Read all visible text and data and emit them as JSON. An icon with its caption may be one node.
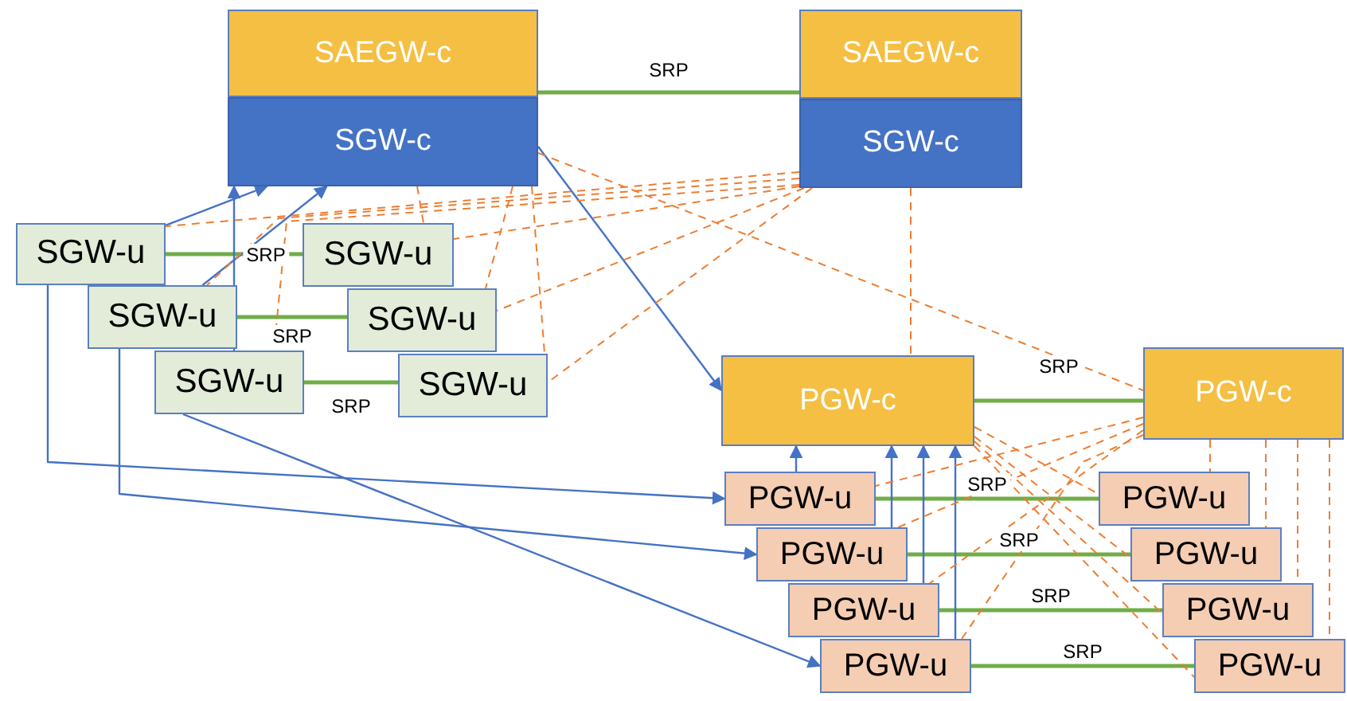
{
  "diagram": {
    "nodes": [
      {
        "text": [
          "SAEGW-c"
        ]
      },
      {
        "text": [
          "SGW-c"
        ]
      },
      {
        "text": [
          "SAEGW-c"
        ]
      },
      {
        "text": [
          "SGW-c"
        ]
      },
      {
        "text": [
          "SGW-u"
        ]
      },
      {
        "text": [
          "SGW-u"
        ]
      },
      {
        "text": [
          "SGW-u"
        ]
      },
      {
        "text": [
          "SGW-u"
        ]
      },
      {
        "text": [
          "SGW-u"
        ]
      },
      {
        "text": [
          "SGW-u"
        ]
      },
      {
        "text": [
          "PGW-c"
        ]
      },
      {
        "text": [
          "PGW-c"
        ]
      },
      {
        "text": [
          "PGW-u"
        ]
      },
      {
        "text": [
          "PGW-u"
        ]
      },
      {
        "text": [
          "PGW-u"
        ]
      },
      {
        "text": [
          "PGW-u"
        ]
      },
      {
        "text": [
          "PGW-u"
        ]
      },
      {
        "text": [
          "PGW-u"
        ]
      },
      {
        "text": [
          "PGW-u"
        ]
      },
      {
        "text": [
          "PGW-u"
        ]
      }
    ],
    "edges": [
      {
        "from": 0,
        "to": 2,
        "arrow": "none",
        "label": "SRP",
        "style": "thick",
        "color": "#70ad47"
      },
      {
        "from": 4,
        "to": 7,
        "arrow": "none",
        "label": "SRP",
        "style": "thick",
        "color": "#70ad47"
      },
      {
        "from": 5,
        "to": 8,
        "arrow": "none",
        "label": "SRP",
        "style": "thick",
        "color": "#70ad47"
      },
      {
        "from": 6,
        "to": 9,
        "arrow": "none",
        "label": "SRP",
        "style": "thick",
        "color": "#70ad47"
      },
      {
        "from": 10,
        "to": 11,
        "arrow": "none",
        "label": "SRP",
        "style": "thick",
        "color": "#70ad47"
      },
      {
        "from": 12,
        "to": 16,
        "arrow": "none",
        "label": "SRP",
        "style": "thick",
        "color": "#70ad47"
      },
      {
        "from": 13,
        "to": 17,
        "arrow": "none",
        "label": "SRP",
        "style": "thick",
        "color": "#70ad47"
      },
      {
        "from": 14,
        "to": 18,
        "arrow": "none",
        "label": "SRP",
        "style": "thick",
        "color": "#70ad47"
      },
      {
        "from": 15,
        "to": 19,
        "arrow": "none",
        "label": "SRP",
        "style": "thick",
        "color": "#70ad47"
      },
      {
        "from": 4,
        "to": 1,
        "arrow": "to",
        "color": "#4472c4"
      },
      {
        "from": 5,
        "to": 1,
        "arrow": "to",
        "color": "#4472c4"
      },
      {
        "from": 6,
        "to": 1,
        "arrow": "to",
        "color": "#4472c4"
      },
      {
        "from": 1,
        "to": 10,
        "arrow": "to",
        "color": "#4472c4"
      },
      {
        "from": 4,
        "to": 12,
        "arrow": "to",
        "color": "#4472c4"
      },
      {
        "from": 5,
        "to": 13,
        "arrow": "to",
        "color": "#4472c4"
      },
      {
        "from": 6,
        "to": 15,
        "arrow": "to",
        "color": "#4472c4"
      },
      {
        "from": 12,
        "to": 10,
        "arrow": "to",
        "color": "#4472c4"
      },
      {
        "from": 13,
        "to": 10,
        "arrow": "to",
        "color": "#4472c4"
      },
      {
        "from": 14,
        "to": 10,
        "arrow": "to",
        "color": "#4472c4"
      },
      {
        "from": 15,
        "to": 10,
        "arrow": "to",
        "color": "#4472c4"
      },
      {
        "from": 1,
        "to": 7,
        "arrow": "none",
        "style": "dashed"
      },
      {
        "from": 1,
        "to": 8,
        "arrow": "none",
        "style": "dashed"
      },
      {
        "from": 1,
        "to": 9,
        "arrow": "none",
        "style": "dashed"
      },
      {
        "from": 3,
        "to": 4,
        "arrow": "none",
        "style": "dashed"
      },
      {
        "from": 3,
        "to": 5,
        "arrow": "none",
        "style": "dashed"
      },
      {
        "from": 3,
        "to": 6,
        "arrow": "none",
        "style": "dashed"
      },
      {
        "from": 3,
        "to": 7,
        "arrow": "none",
        "style": "dashed"
      },
      {
        "from": 3,
        "to": 8,
        "arrow": "none",
        "style": "dashed"
      },
      {
        "from": 3,
        "to": 9,
        "arrow": "none",
        "style": "dashed"
      },
      {
        "from": 3,
        "to": 10,
        "arrow": "none",
        "style": "dashed"
      },
      {
        "from": 1,
        "to": 11,
        "arrow": "none",
        "style": "dashed"
      },
      {
        "from": 11,
        "to": 12,
        "arrow": "none",
        "style": "dashed"
      },
      {
        "from": 11,
        "to": 13,
        "arrow": "none",
        "style": "dashed"
      },
      {
        "from": 11,
        "to": 14,
        "arrow": "none",
        "style": "dashed"
      },
      {
        "from": 11,
        "to": 15,
        "arrow": "none",
        "style": "dashed"
      },
      {
        "from": 11,
        "to": 16,
        "arrow": "none",
        "style": "dashed"
      },
      {
        "from": 11,
        "to": 17,
        "arrow": "none",
        "style": "dashed"
      },
      {
        "from": 11,
        "to": 18,
        "arrow": "none",
        "style": "dashed"
      },
      {
        "from": 11,
        "to": 19,
        "arrow": "none",
        "style": "dashed"
      },
      {
        "from": 10,
        "to": 16,
        "arrow": "none",
        "style": "dashed"
      },
      {
        "from": 10,
        "to": 17,
        "arrow": "none",
        "style": "dashed"
      },
      {
        "from": 10,
        "to": 18,
        "arrow": "none",
        "style": "dashed"
      },
      {
        "from": 10,
        "to": 19,
        "arrow": "none",
        "style": "dashed"
      }
    ]
  }
}
